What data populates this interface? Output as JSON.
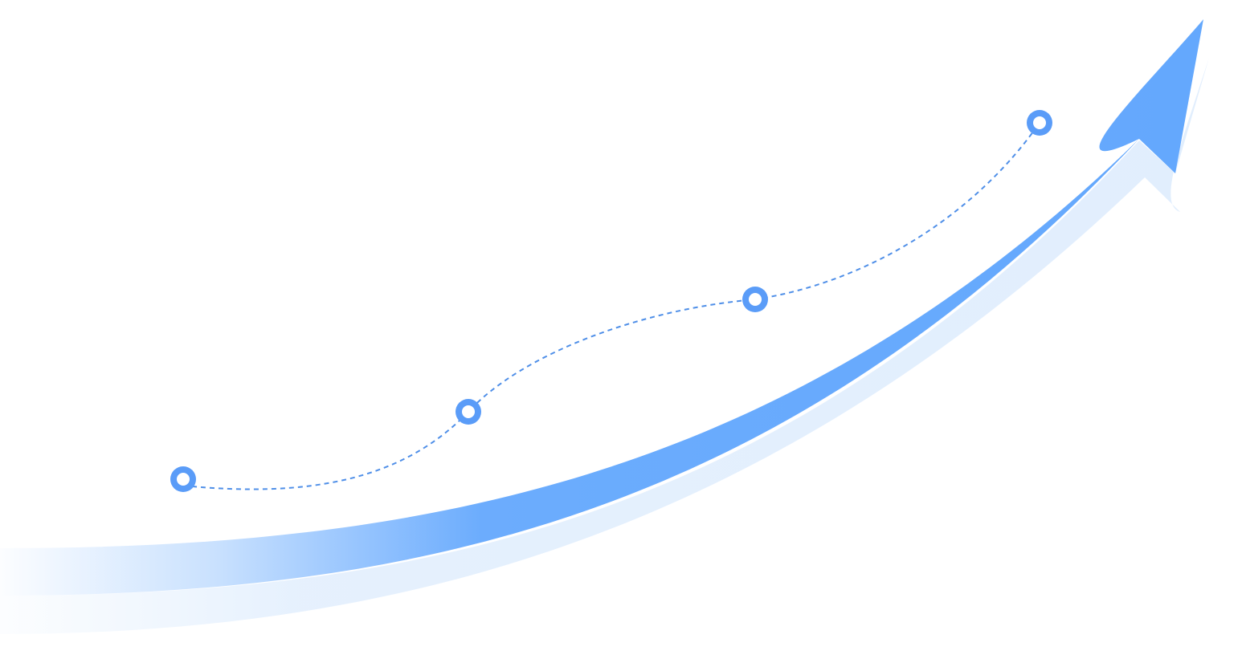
{
  "colors": {
    "background": "#ffffff",
    "arrow_main": "#64a8fd",
    "arrow_shadow": "#e1eefd",
    "milestone_ring": "#5a9cf8",
    "milestone_center": "#ffffff",
    "dashed_path": "#4f8fe8"
  },
  "milestones": [
    {
      "name": "milestone-1"
    },
    {
      "name": "milestone-2"
    },
    {
      "name": "milestone-3"
    },
    {
      "name": "milestone-4"
    }
  ]
}
